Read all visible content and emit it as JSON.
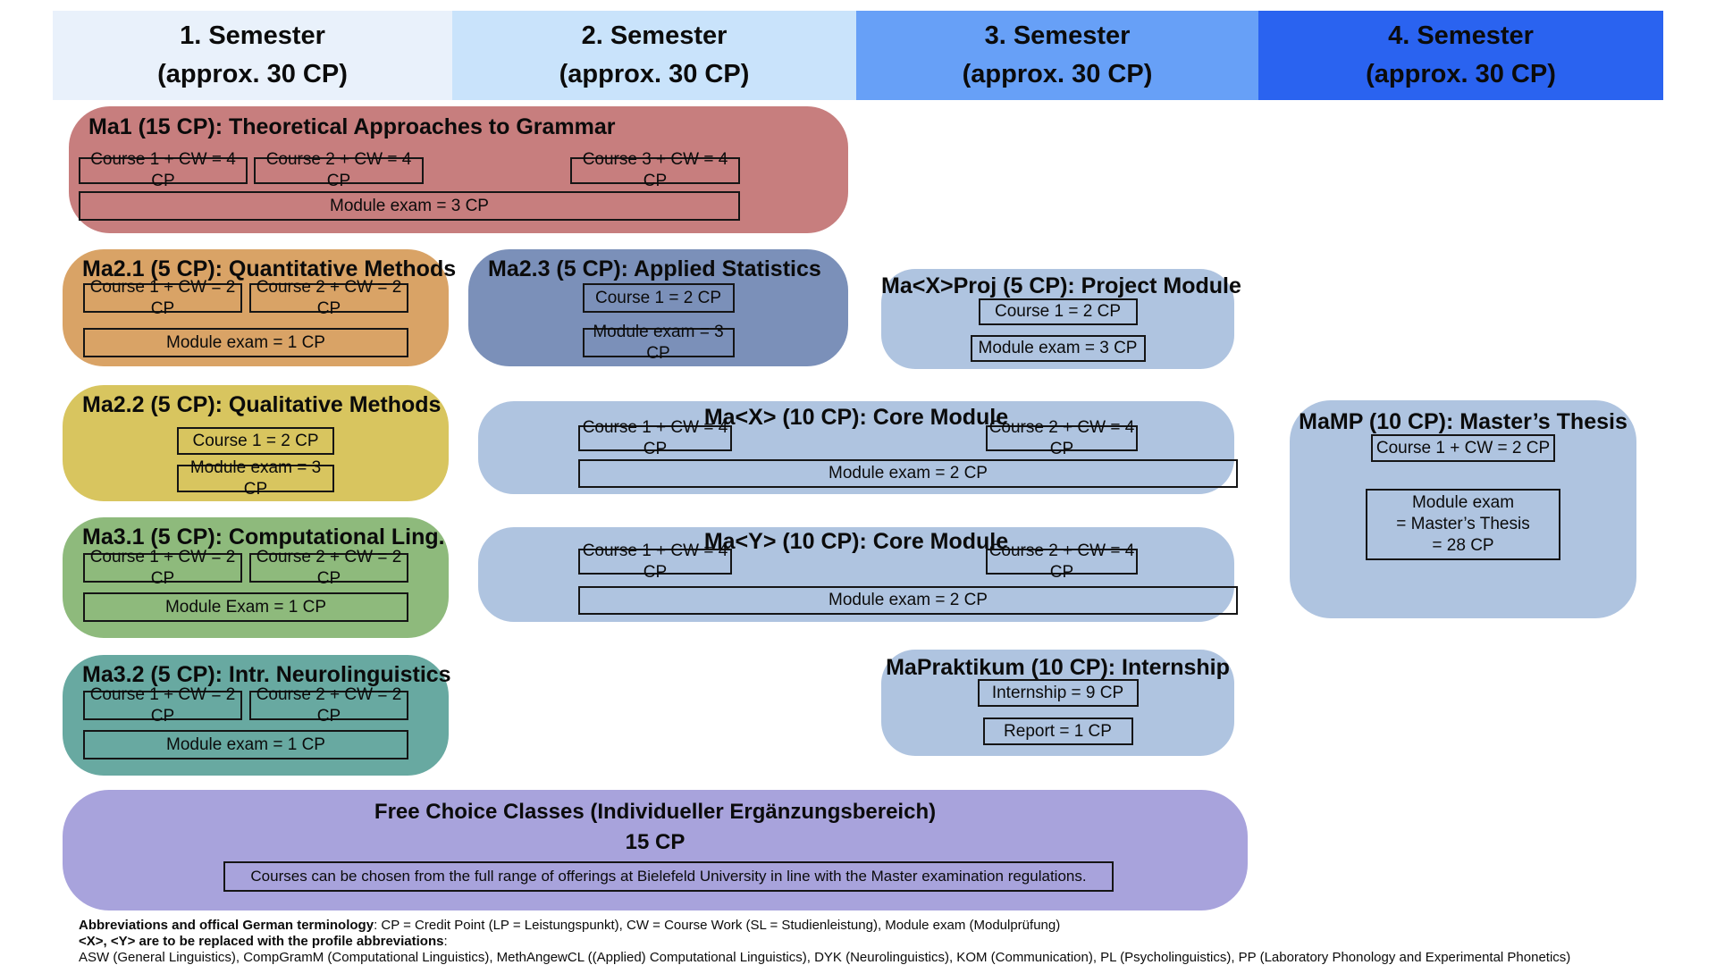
{
  "header": {
    "semesters": [
      {
        "title": "1. Semester",
        "subtitle": "(approx. 30 CP)",
        "color": "#e9f1fb"
      },
      {
        "title": "2. Semester",
        "subtitle": "(approx. 30 CP)",
        "color": "#c9e3fb"
      },
      {
        "title": "3. Semester",
        "subtitle": "(approx. 30 CP)",
        "color": "#67a0f7"
      },
      {
        "title": "4. Semester",
        "subtitle": "(approx. 30 CP)",
        "color": "#2a63f0"
      }
    ]
  },
  "modules": {
    "ma1": {
      "title": "Ma1 (15 CP): Theoretical Approaches to Grammar",
      "color": "#c77e7e",
      "course1": "Course 1 + CW = 4 CP",
      "course2": "Course 2 + CW = 4 CP",
      "course3": "Course 3 + CW = 4 CP",
      "exam": "Module exam = 3 CP"
    },
    "ma21": {
      "title": "Ma2.1 (5 CP): Quantitative Methods",
      "color": "#d9a366",
      "course1": "Course 1 + CW = 2 CP",
      "course2": "Course 2 + CW = 2 CP",
      "exam": "Module exam = 1 CP"
    },
    "ma23": {
      "title": "Ma2.3 (5 CP): Applied Statistics",
      "color": "#7b90b9",
      "course1": "Course 1 = 2 CP",
      "exam": "Module exam = 3 CP"
    },
    "maxproj": {
      "title": "Ma<X>Proj (5 CP): Project Module",
      "color": "#afc4e0",
      "course1": "Course 1 = 2 CP",
      "exam": "Module exam = 3 CP"
    },
    "ma22": {
      "title": "Ma2.2 (5 CP): Qualitative Methods",
      "color": "#d8c55f",
      "course1": "Course 1 = 2 CP",
      "exam": "Module exam = 3 CP"
    },
    "max": {
      "title": "Ma<X> (10 CP): Core Module",
      "color": "#afc4e0",
      "course1": "Course 1 + CW = 4 CP",
      "course2": "Course 2 + CW = 4 CP",
      "exam": "Module exam = 2 CP"
    },
    "mamp": {
      "title": "MaMP (10 CP): Master’s Thesis",
      "color": "#afc4e0",
      "course1": "Course 1 + CW = 2 CP",
      "exam_line1": "Module exam",
      "exam_line2": "= Master’s Thesis",
      "exam_line3": "= 28 CP"
    },
    "ma31": {
      "title": "Ma3.1 (5 CP): Computational Ling.",
      "color": "#8eba7c",
      "course1": "Course 1 + CW = 2 CP",
      "course2": "Course 2 + CW = 2 CP",
      "exam": "Module Exam = 1 CP"
    },
    "may": {
      "title": "Ma<Y> (10 CP): Core Module",
      "color": "#afc4e0",
      "course1": "Course 1 + CW = 4 CP",
      "course2": "Course 2 + CW = 4 CP",
      "exam": "Module exam = 2 CP"
    },
    "ma32": {
      "title": "Ma3.2 (5 CP): Intr. Neurolinguistics",
      "color": "#68a9a1",
      "course1": "Course 1 + CW = 2 CP",
      "course2": "Course 2 + CW = 2 CP",
      "exam": "Module exam = 1 CP"
    },
    "mapraktikum": {
      "title": "MaPraktikum (10 CP): Internship",
      "color": "#afc4e0",
      "course1": "Internship = 9 CP",
      "course2": "Report = 1 CP"
    },
    "freechoice": {
      "title": "Free Choice Classes  (Individueller Ergänzungsbereich)",
      "subtitle": "15 CP",
      "color": "#a8a3dc",
      "note": "Courses can be chosen from the full range of offerings at Bielefeld University in line with the Master examination regulations."
    }
  },
  "footer": {
    "line1_bold": "Abbreviations and offical German terminology",
    "line1_rest": ": CP = Credit Point (LP = Leistungspunkt), CW = Course Work (SL = Studienleistung), Module exam (Modulprüfung)",
    "line2_bold": "<X>, <Y> are to be replaced with the profile abbreviations",
    "line2_rest": ":",
    "line3": "ASW (General Linguistics), CompGramM (Computational Linguistics), MethAngewCL ((Applied) Computational Linguistics), DYK (Neurolinguistics), KOM (Communication), PL (Psycholinguistics), PP (Laboratory Phonology and Experimental Phonetics)"
  }
}
